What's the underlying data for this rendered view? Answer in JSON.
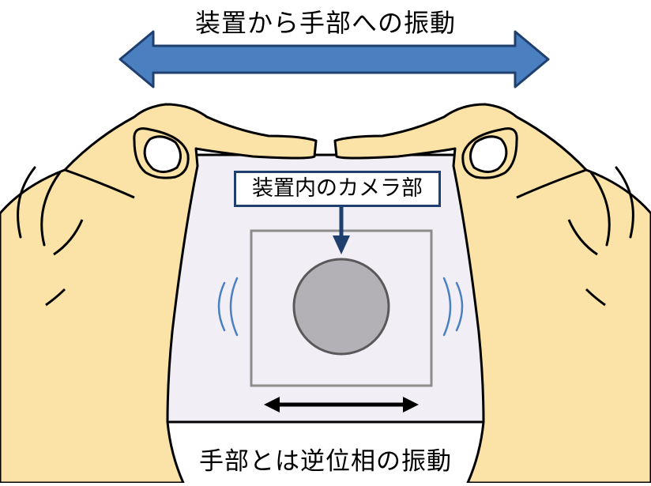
{
  "title_top": "装置から手部への振動",
  "camera_label": "装置内のカメラ部",
  "title_bottom": "手部とは逆位相の振動",
  "colors": {
    "top_arrow_fill": "#4a7fc0",
    "top_arrow_stroke": "#1f3f6e",
    "skin": "#fbe2a6",
    "device_body": "#f1eff5",
    "lens": "#b3b1b6",
    "vibration_lines_camera": "#4a7fc0",
    "label_border": "#1f3f6e"
  }
}
